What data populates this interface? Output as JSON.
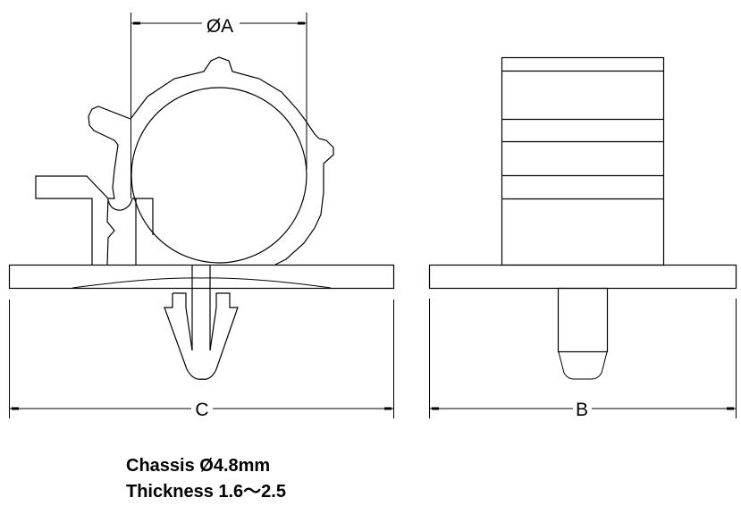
{
  "dimensions": {
    "a_label": "ØA",
    "b_label": "B",
    "c_label": "C"
  },
  "notes": {
    "chassis": "Chassis Ø4.8mm",
    "thickness": "Thickness 1.6～2.5"
  },
  "colors": {
    "line": "#000000",
    "background": "#ffffff"
  }
}
